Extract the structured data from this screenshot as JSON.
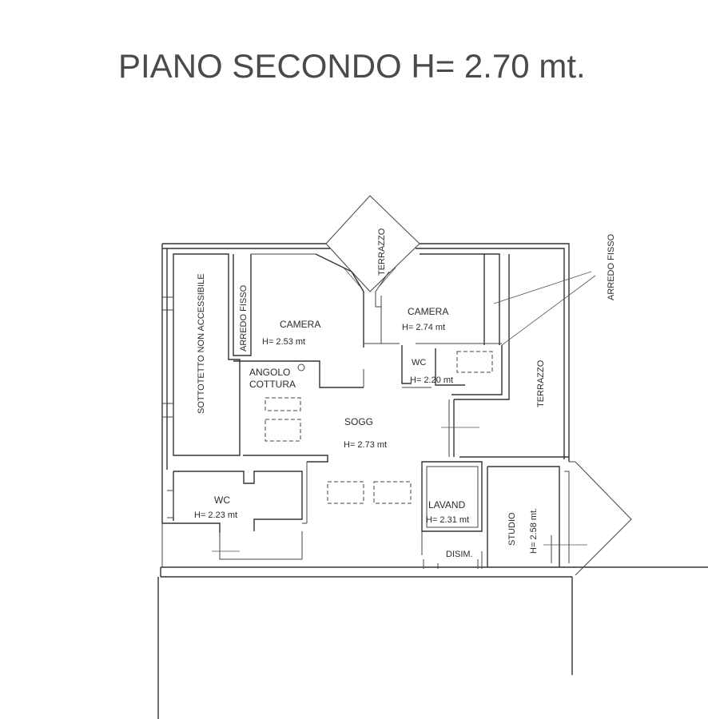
{
  "title": "PIANO SECONDO H= 2.70 mt.",
  "labels": {
    "sottotetto": "SOTTOTETTO NON ACCESSIBILE",
    "arredo_fisso_left": "ARREDO FISSO",
    "terrazzo_top": "TERRAZZO",
    "arredo_fisso_right": "ARREDO FISSO",
    "camera_left": "CAMERA",
    "camera_left_h": "H= 2.53 mt",
    "camera_right": "CAMERA",
    "camera_right_h": "H= 2.74 mt",
    "wc_top": "WC",
    "wc_top_h": "H= 2.20 mt",
    "angolo": "ANGOLO",
    "cottura": "COTTURA",
    "sogg": "SOGG",
    "sogg_h": "H= 2.73 mt",
    "terrazzo_right": "TERRAZZO",
    "wc_bottom": "WC",
    "wc_bottom_h": "H= 2.23 mt",
    "lavand": "LAVAND",
    "lavand_h": "H= 2.31 mt",
    "studio": "STUDIO",
    "studio_h": "H= 2.58 mt.",
    "disim": "DISIM."
  }
}
